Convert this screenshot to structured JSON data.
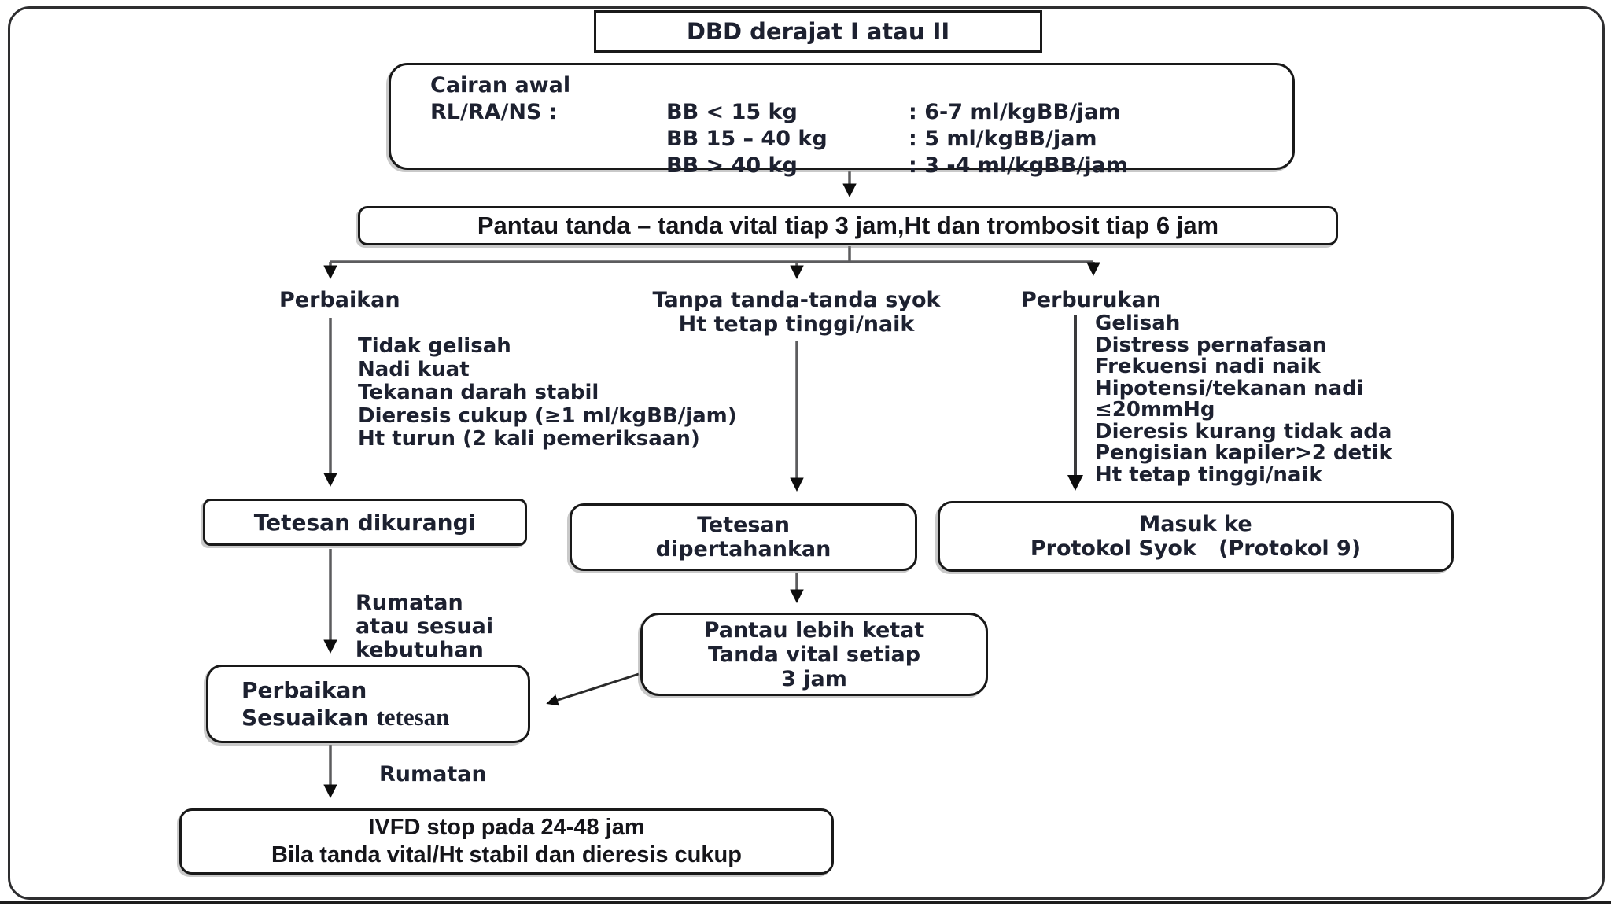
{
  "colors": {
    "background": "#ffffff",
    "ink": "#1d2130",
    "border": "#191919",
    "arrow": "#5c5c5e"
  },
  "diagram": {
    "title": "DBD derajat I atau II",
    "initial_fluid": {
      "heading": "Cairan awal",
      "label": "RL/RA/NS :",
      "rows": [
        {
          "weight": "BB < 15 kg",
          "dose": ": 6-7 ml/kgBB/jam"
        },
        {
          "weight": "BB 15 – 40 kg",
          "dose": ": 5 ml/kgBB/jam"
        },
        {
          "weight": "BB > 40 kg",
          "dose": ": 3 -4 ml/kgBB/jam"
        }
      ]
    },
    "monitor": "Pantau tanda – tanda vital tiap 3 jam,Ht dan trombosit tiap 6 jam",
    "branches": {
      "improvement": {
        "header": "Perbaikan",
        "criteria": [
          "Tidak gelisah",
          "Nadi kuat",
          "Tekanan darah stabil",
          "Dieresis cukup (≥1 ml/kgBB/jam)",
          "Ht turun (2 kali pemeriksaan)"
        ],
        "action": "Tetesan dikurangi",
        "note_lines": [
          "Rumatan",
          "atau sesuai",
          "kebutuhan"
        ],
        "followup": {
          "line1": "Perbaikan",
          "line2_a": "Sesuaikan ",
          "line2_b": "tetesan"
        },
        "note2": "Rumatan",
        "final_lines": [
          "IVFD stop pada 24-48 jam",
          "Bila tanda vital/Ht stabil dan dieresis cukup"
        ]
      },
      "no_shock": {
        "header_lines": [
          "Tanpa tanda-tanda syok",
          "Ht tetap tinggi/naik"
        ],
        "action_lines": [
          "Tetesan",
          "dipertahankan"
        ],
        "monitor_lines": [
          "Pantau lebih ketat",
          "Tanda vital setiap",
          "3 jam"
        ]
      },
      "deterioration": {
        "header": "Perburukan",
        "criteria": [
          "Gelisah",
          "Distress pernafasan",
          "Frekuensi nadi naik",
          "Hipotensi/tekanan nadi",
          "≤20mmHg",
          "Dieresis kurang tidak ada",
          "Pengisian kapiler>2 detik",
          "Ht tetap tinggi/naik"
        ],
        "action_lines": [
          "Masuk ke",
          "Protokol Syok   (Protokol 9)"
        ]
      }
    }
  }
}
